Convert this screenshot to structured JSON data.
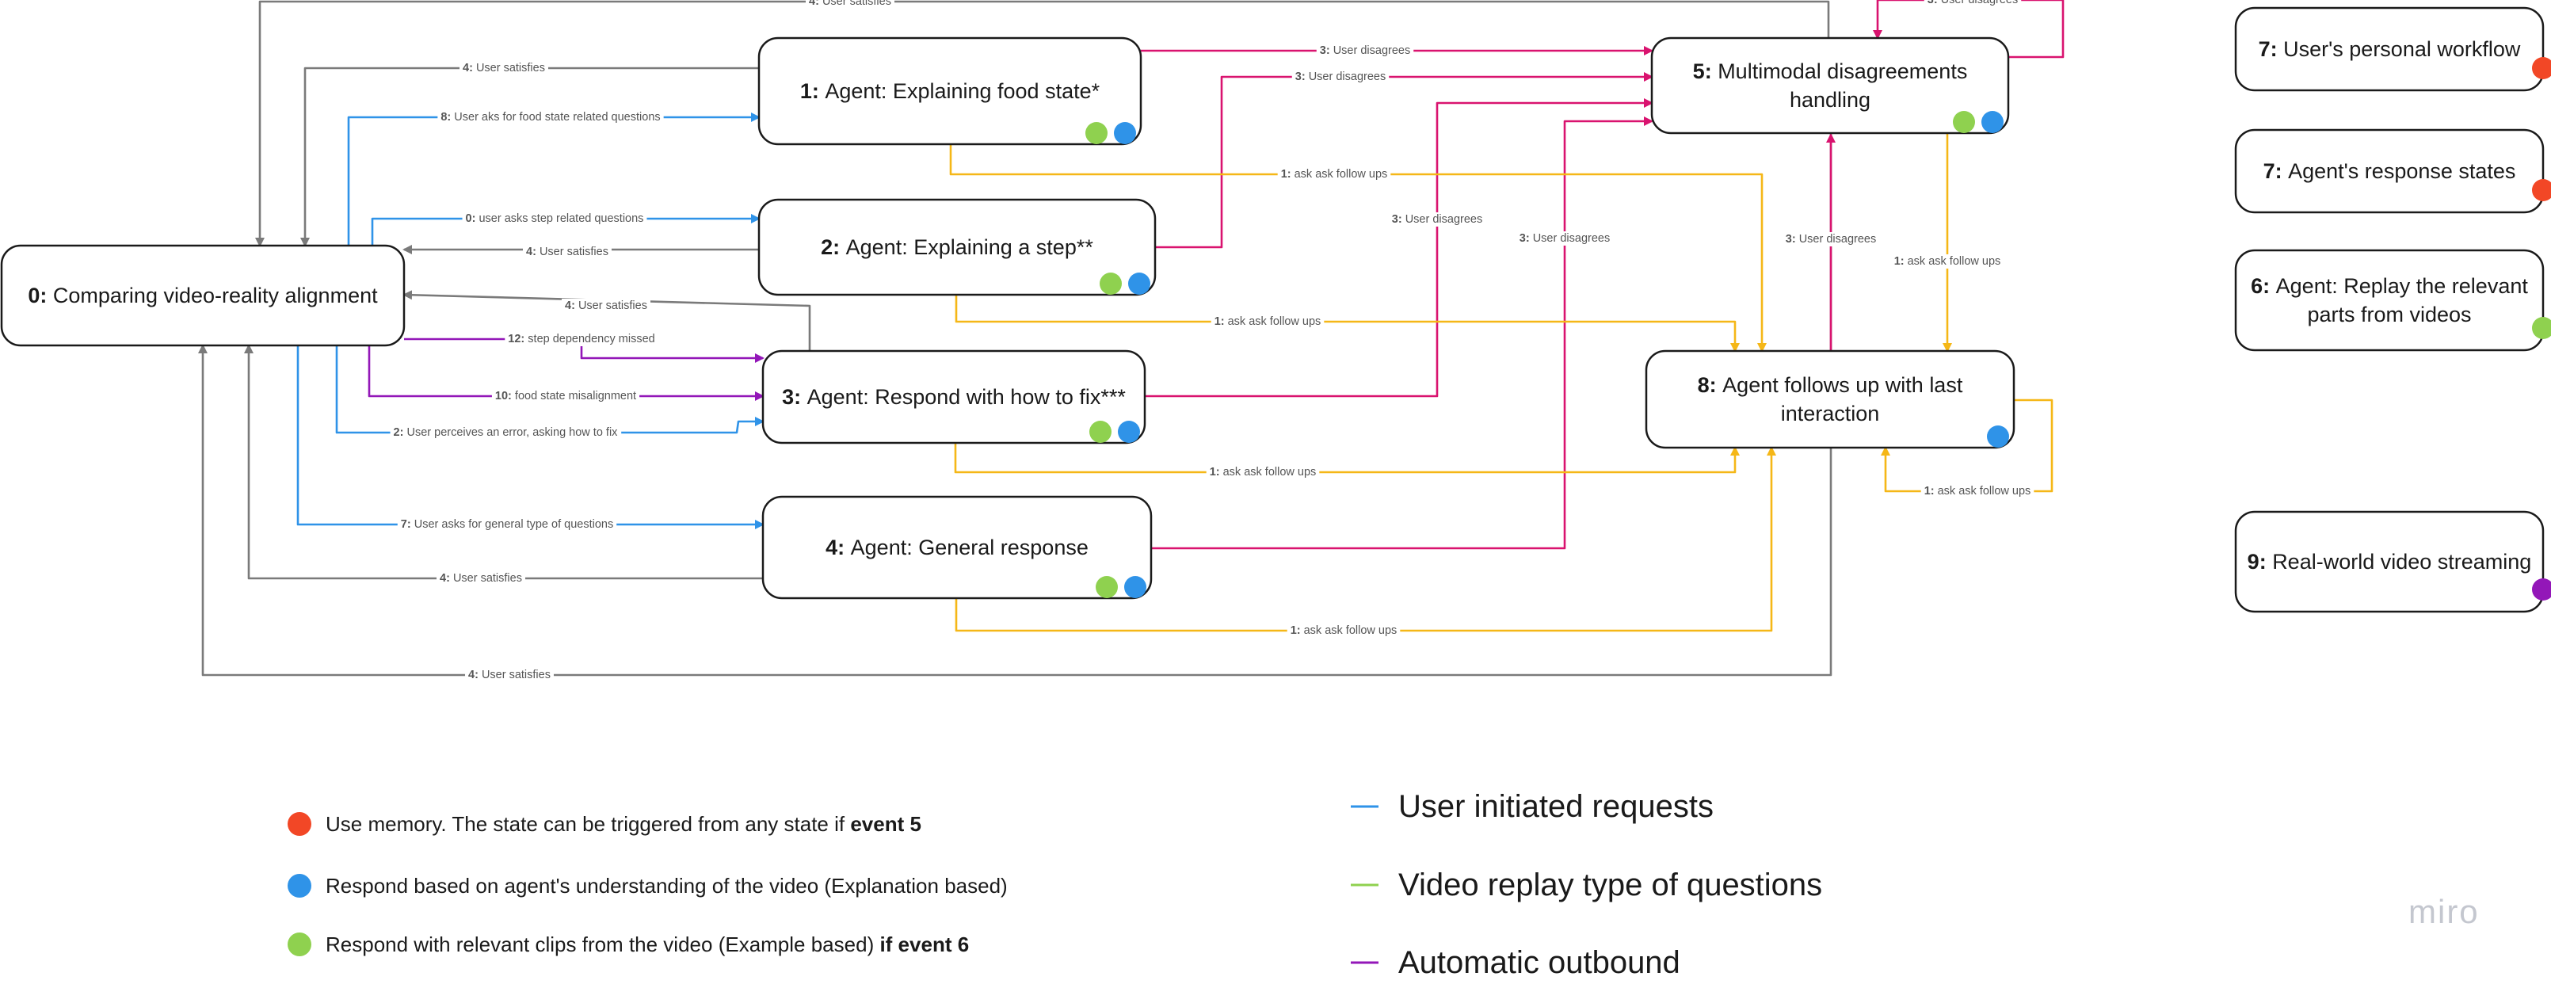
{
  "colors": {
    "gray": "#7a7a7a",
    "blue": "#2f93e8",
    "magenta": "#d9136f",
    "yellow": "#f5b717",
    "purple": "#9317b8",
    "green": "#8fd14f",
    "red": "#f24726",
    "node_stroke": "#1a1a1a"
  },
  "nodes": {
    "n0": {
      "num": "0:",
      "lines": [
        "Comparing video-reality alignment"
      ],
      "dots": []
    },
    "n1": {
      "num": "1:",
      "lines": [
        "Agent: Explaining food state*"
      ],
      "dots": [
        "green",
        "blue"
      ]
    },
    "n2": {
      "num": "2:",
      "lines": [
        "Agent: Explaining a step**"
      ],
      "dots": [
        "green",
        "blue"
      ]
    },
    "n3": {
      "num": "3:",
      "lines": [
        "Agent: Respond with how to fix***"
      ],
      "dots": [
        "green",
        "blue"
      ]
    },
    "n4": {
      "num": "4:",
      "lines": [
        "Agent: General response"
      ],
      "dots": [
        "green",
        "blue"
      ]
    },
    "n5": {
      "num": "5:",
      "lines": [
        "Multimodal disagreements",
        "handling"
      ],
      "dots": [
        "green",
        "blue"
      ]
    },
    "n8": {
      "num": "8:",
      "lines": [
        "Agent follows up with last",
        "interaction"
      ],
      "dots": [
        "blue"
      ]
    },
    "r7a": {
      "num": "7:",
      "lines": [
        "User's personal workflow"
      ],
      "dots": [
        "red"
      ]
    },
    "r7b": {
      "num": "7:",
      "lines": [
        "Agent's response states"
      ],
      "dots": [
        "red"
      ]
    },
    "r6": {
      "num": "6:",
      "lines": [
        "Agent: Replay the relevant",
        "parts from videos"
      ],
      "dots": [
        "green"
      ]
    },
    "r9": {
      "num": "9:",
      "lines": [
        "Real-world video streaming"
      ],
      "dots": [
        "purple"
      ]
    }
  },
  "edges": [
    {
      "id": "top-satisfies",
      "color": "gray",
      "num": "4:",
      "text": "User satisfies"
    },
    {
      "id": "n1-satisfies",
      "color": "gray",
      "num": "4:",
      "text": "User satisfies"
    },
    {
      "id": "ask-food",
      "color": "blue",
      "num": "8:",
      "text": "User aks for food state related questions"
    },
    {
      "id": "ask-step",
      "color": "blue",
      "num": "0:",
      "text": "user asks step related questions"
    },
    {
      "id": "n2-satisfies",
      "color": "gray",
      "num": "4:",
      "text": "User satisfies"
    },
    {
      "id": "n3-satisfies",
      "color": "gray",
      "num": "4:",
      "text": "User satisfies"
    },
    {
      "id": "dep-missed",
      "color": "purple",
      "num": "12:",
      "text": "step dependency missed"
    },
    {
      "id": "food-mis",
      "color": "purple",
      "num": "10:",
      "text": "food state misalignment"
    },
    {
      "id": "perceive-err",
      "color": "blue",
      "num": "2:",
      "text": "User perceives an error, asking how to fix"
    },
    {
      "id": "ask-general",
      "color": "blue",
      "num": "7:",
      "text": "User asks for general type of questions"
    },
    {
      "id": "n4-satisfies",
      "color": "gray",
      "num": "4:",
      "text": "User satisfies"
    },
    {
      "id": "bottom-satisfies",
      "color": "gray",
      "num": "4:",
      "text": "User satisfies"
    },
    {
      "id": "n1-disagree",
      "color": "magenta",
      "num": "3:",
      "text": "User disagrees"
    },
    {
      "id": "n2-disagree",
      "color": "magenta",
      "num": "3:",
      "text": "User disagrees"
    },
    {
      "id": "n3-disagree",
      "color": "magenta",
      "num": "3:",
      "text": "User disagrees"
    },
    {
      "id": "n4-disagree",
      "color": "magenta",
      "num": "3:",
      "text": "User disagrees"
    },
    {
      "id": "n8-disagree",
      "color": "magenta",
      "num": "3:",
      "text": "User disagrees"
    },
    {
      "id": "self-disagree",
      "color": "magenta",
      "num": "3:",
      "text": "User disagrees"
    },
    {
      "id": "n1-follow",
      "color": "yellow",
      "num": "1:",
      "text": "ask ask follow ups"
    },
    {
      "id": "n2-follow",
      "color": "yellow",
      "num": "1:",
      "text": "ask ask follow ups"
    },
    {
      "id": "n3-follow",
      "color": "yellow",
      "num": "1:",
      "text": "ask ask follow ups"
    },
    {
      "id": "n4-follow",
      "color": "yellow",
      "num": "1:",
      "text": "ask ask follow ups"
    },
    {
      "id": "n5-follow",
      "color": "yellow",
      "num": "1:",
      "text": "ask ask follow ups"
    },
    {
      "id": "n8-self-follow",
      "color": "yellow",
      "num": "1:",
      "text": "ask ask follow ups"
    }
  ],
  "legend": {
    "dots": [
      {
        "color": "red",
        "text": "Use memory. The state can be triggered from any state if ",
        "bold": "event 5"
      },
      {
        "color": "blue",
        "text": "Respond based on agent's understanding of the video (Explanation based)",
        "bold": ""
      },
      {
        "color": "green",
        "text": "Respond with relevant clips from the video (Example based) ",
        "bold": "if event 6"
      }
    ],
    "lines": [
      {
        "color": "blue",
        "text": "User initiated requests"
      },
      {
        "color": "green",
        "text": "Video replay type of questions"
      },
      {
        "color": "purple",
        "text": "Automatic outbound"
      }
    ]
  },
  "watermark": "miro"
}
